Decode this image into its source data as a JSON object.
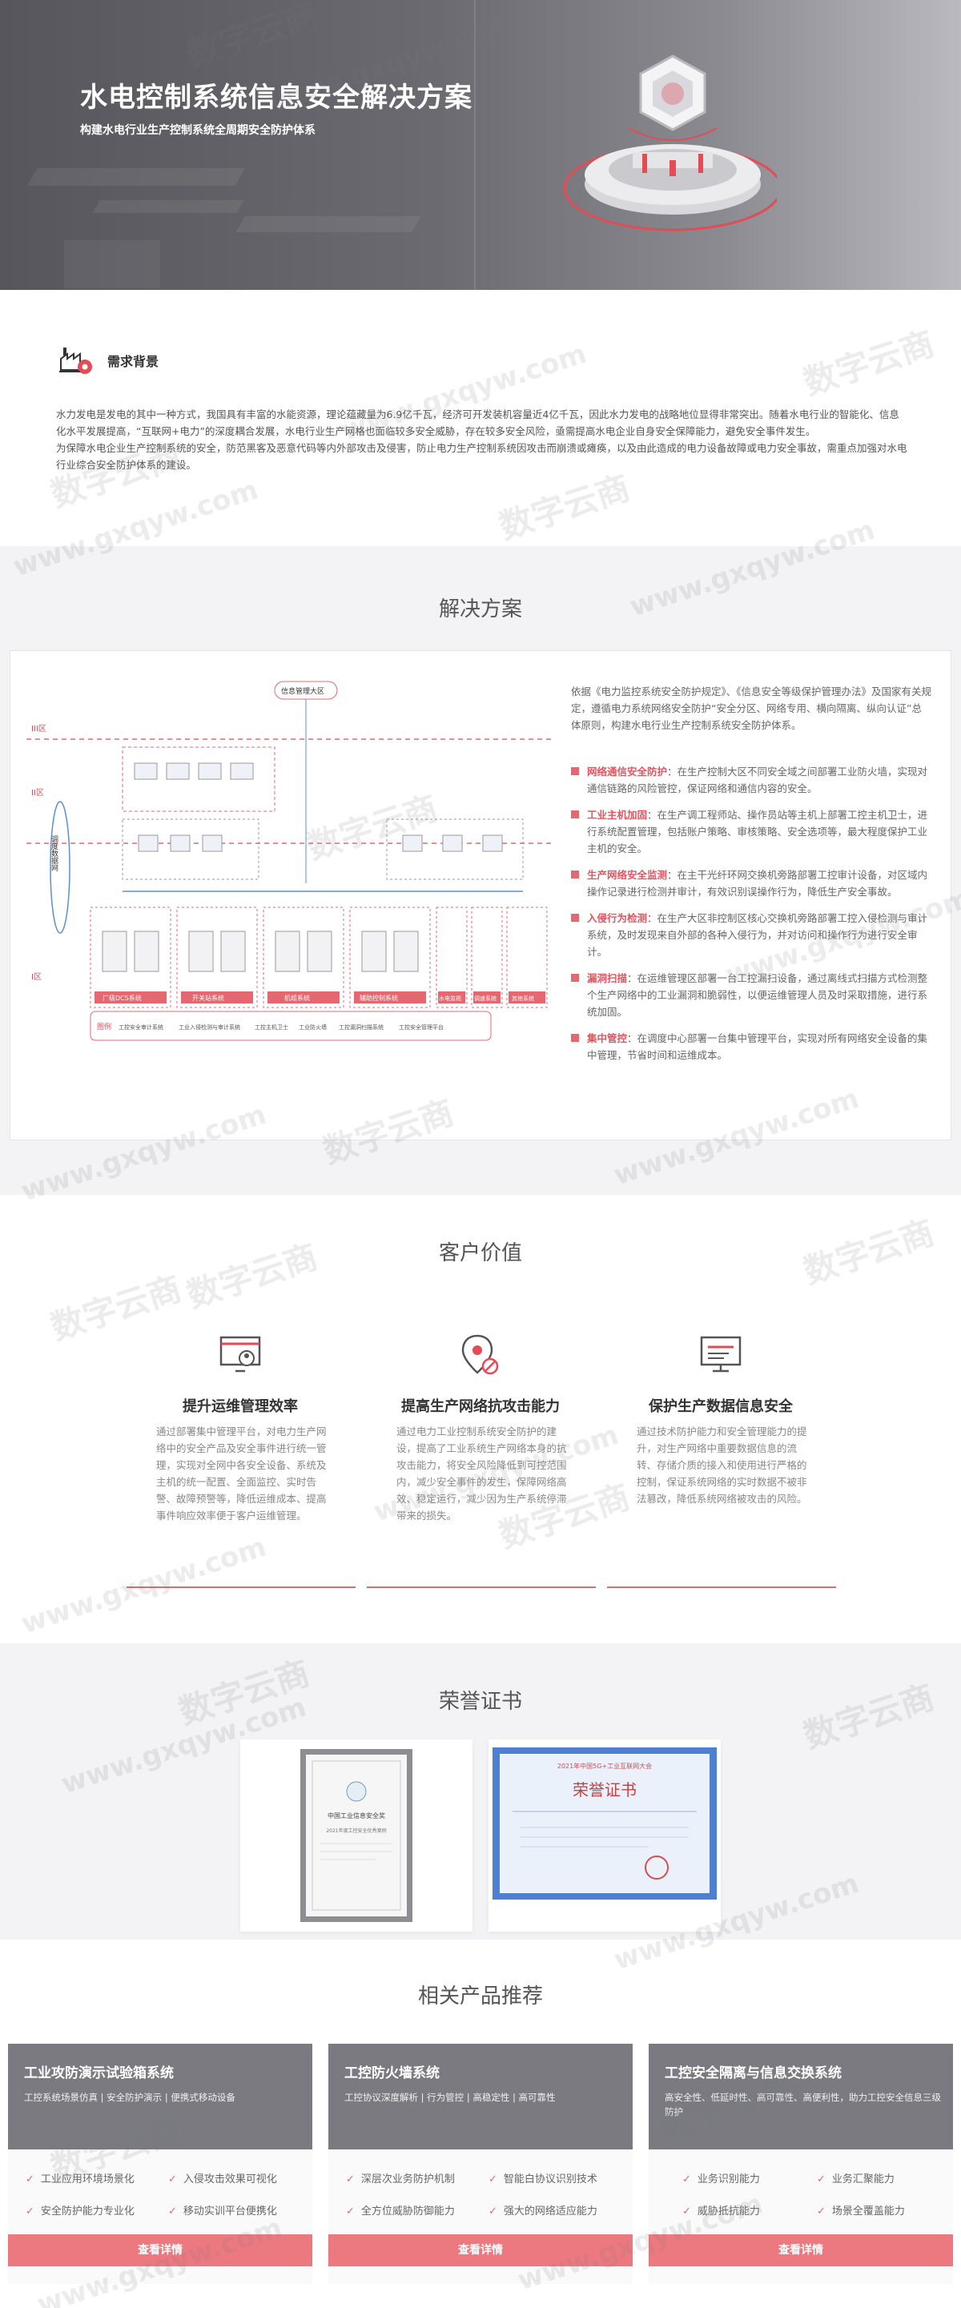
{
  "hero": {
    "title": "水电控制系统信息安全解决方案",
    "subtitle": "构建水电行业生产控制系统全周期安全防护体系"
  },
  "background": {
    "title": "需求背景",
    "paragraphs": [
      "水力发电是发电的其中一种方式，我国具有丰富的水能资源，理论蕴藏量为6.9亿千瓦，经济可开发装机容量近4亿千瓦，因此水力发电的战略地位显得非常突出。随着水电行业的智能化、信息化水平发展提高，“互联网+电力”的深度耦合发展，水电行业生产网格也面临较多安全威胁，存在较多安全风险，亟需提高水电企业自身安全保障能力，避免安全事件发生。",
      "为保障水电企业生产控制系统的安全，防范黑客及恶意代码等内外部攻击及侵害，防止电力生产控制系统因攻击而崩溃或瘫痪，以及由此造成的电力设备故障或电力安全事故，需重点加强对水电行业综合安全防护体系的建设。"
    ]
  },
  "solution": {
    "title": "解决方案",
    "intro": "依据《电力监控系统安全防护规定》、《信息安全等级保护管理办法》及国家有关规定，遵循电力系统网络安全防护“安全分区、网络专用、横向隔离、纵向认证”总体原则，构建水电行业生产控制系统安全防护体系。",
    "points": [
      {
        "name": "网络通信安全防护",
        "text": "：在生产控制大区不同安全域之间部署工业防火墙，实现对通信链路的风险管控，保证网络和通信内容的安全。"
      },
      {
        "name": "工业主机加固",
        "text": "：在生产调工程师站、操作员站等主机上部署工控主机卫士，进行系统配置管理，包括账户策略、审核策略、安全选项等，最大程度保护工业主机的安全。"
      },
      {
        "name": "生产网络安全监测",
        "text": "：在主干光纤环网交换机旁路部署工控审计设备，对区域内操作记录进行检测并审计，有效识别误操作行为，降低生产安全事故。"
      },
      {
        "name": "入侵行为检测",
        "text": "：在生产大区非控制区核心交换机旁路部署工控入侵检测与审计系统，及时发现来自外部的各种入侵行为，并对访问和操作行为进行安全审计。"
      },
      {
        "name": "漏洞扫描",
        "text": "：在运维管理区部署一台工控漏扫设备，通过离线式扫描方式检测整个生产网络中的工业漏洞和脆弱性，以便运维管理人员及时采取措施，进行系统加固。"
      },
      {
        "name": "集中管控",
        "text": "：在调度中心部署一台集中管理平台，实现对所有网络安全设备的集中管理，节省时间和运维成本。"
      }
    ],
    "diagram": {
      "zones": [
        "III区",
        "II区",
        "I区"
      ],
      "top_node": "信息管理大区",
      "side_label": "调度数据网",
      "legend_title": "图例",
      "station_labels": [
        "厂级DCS系统",
        "开关站系统",
        "机组系统",
        "辅助控制系统",
        "水电监视",
        "调速系统",
        "其他系统"
      ],
      "legend_items": [
        "工控安全审计系统",
        "工业入侵检测与审计系统",
        "工控主机卫士",
        "工业防火墙",
        "工控漏洞扫描系统",
        "工控安全管理平台"
      ]
    }
  },
  "value": {
    "title": "客户价值",
    "items": [
      {
        "icon": "monitor-user-icon",
        "title": "提升运维管理效率",
        "desc": "通过部署集中管理平台，对电力生产网络中的安全产品及安全事件进行统一管理，实现对全网中各安全设备、系统及主机的统一配置、全面监控、实时告警、故障预警等，降低运维成本、提高事件响应效率便于客户运维管理。"
      },
      {
        "icon": "location-shield-icon",
        "title": "提高生产网络抗攻击能力",
        "desc": "通过电力工业控制系统安全防护的建设，提高了工业系统生产网络本身的抗攻击能力，将安全风险降低到可控范围内，减少安全事件的发生，保障网络高效、稳定运行，减少因为生产系统停滞带来的损失。"
      },
      {
        "icon": "monitor-chart-icon",
        "title": "保护生产数据信息安全",
        "desc": "通过技术防护能力和安全管理能力的提升，对生产网络中重要数据信息的流转、存储介质的接入和使用进行严格的控制，保证系统网络的实时数据不被非法篡改，降低系统网络被攻击的风险。"
      }
    ]
  },
  "honors": {
    "title": "荣誉证书",
    "cert1": {
      "heading": "中国工业信息安全奖",
      "caption": "2021年度工控安全优秀案例"
    },
    "cert2": {
      "heading": "荣誉证书",
      "caption": "2021年中国5G+工业互联网大会"
    }
  },
  "products": {
    "title": "相关产品推荐",
    "detail_label": "查看详情",
    "items": [
      {
        "name": "工业攻防演示试验箱系统",
        "tagline": "工控系统场景仿真 | 安全防护演示 | 便携式移动设备",
        "features": [
          "工业应用环境场景化",
          "入侵攻击效果可视化",
          "安全防护能力专业化",
          "移动实训平台便携化"
        ]
      },
      {
        "name": "工控防火墙系统",
        "tagline": "工控协议深度解析 | 行为管控 | 高稳定性 | 高可靠性",
        "features": [
          "深层次业务防护机制",
          "智能白协议识别技术",
          "全方位威胁防御能力",
          "强大的网络适应能力"
        ]
      },
      {
        "name": "工控安全隔离与信息交换系统",
        "tagline": "高安全性、低延时性、高可靠性、高便利性，助力工控安全信息三级防护",
        "features": [
          "业务识别能力",
          "业务汇聚能力",
          "威胁抵抗能力",
          "场景全覆盖能力"
        ]
      }
    ]
  },
  "watermark": {
    "cn": "数字云商",
    "en": "www.gxqyw.com"
  }
}
